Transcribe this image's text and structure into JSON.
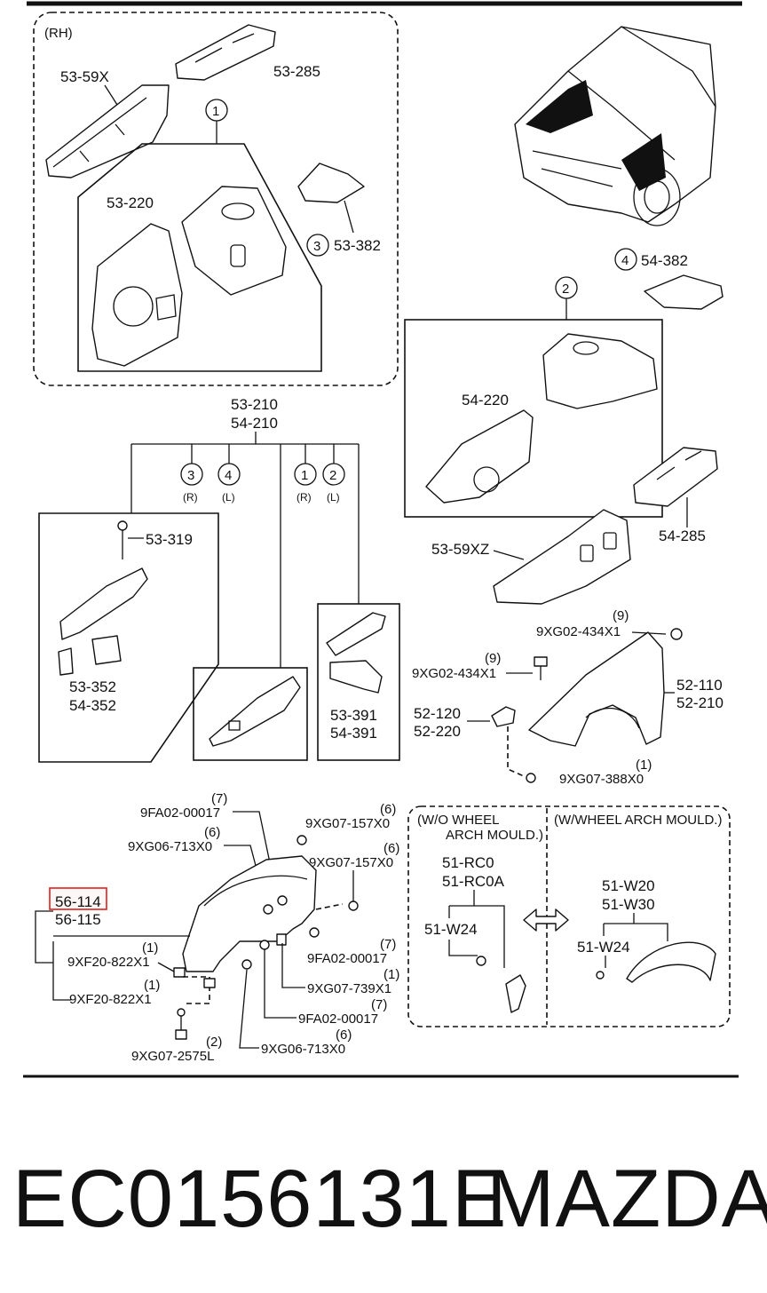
{
  "diagram": {
    "rh_note": "(RH)",
    "labels": {
      "53_59X": "53-59X",
      "53_285": "53-285",
      "53_220": "53-220",
      "53_382": "53-382",
      "53_210": "53-210",
      "54_210": "54-210",
      "54_382": "54-382",
      "54_220": "54-220",
      "54_285": "54-285",
      "53_59XZ": "53-59XZ",
      "53_319": "53-319",
      "53_352": "53-352",
      "54_352": "54-352",
      "53_391": "53-391",
      "54_391": "54-391",
      "9XG02_434X1_a": "9XG02-434X1",
      "9XG02_434X1_b": "9XG02-434X1",
      "52_110": "52-110",
      "52_210": "52-210",
      "52_120": "52-120",
      "52_220": "52-220",
      "9XG07_388X0": "9XG07-388X0",
      "9FA02_00017_a": "9FA02-00017",
      "9XG07_157X0_a": "9XG07-157X0",
      "9XG06_713X0_a": "9XG06-713X0",
      "9XG07_157X0_b": "9XG07-157X0",
      "56_114": "56-114",
      "56_115": "56-115",
      "9XF20_822X1_a": "9XF20-822X1",
      "9FA02_00017_b": "9FA02-00017",
      "9XG07_739X1": "9XG07-739X1",
      "9XF20_822X1_b": "9XF20-822X1",
      "9FA02_00017_c": "9FA02-00017",
      "9XG06_713X0_b": "9XG06-713X0",
      "9XG07_2575L": "9XG07-2575L",
      "51_RC0": "51-RC0",
      "51_RC0A": "51-RC0A",
      "51_W24_a": "51-W24",
      "51_W20": "51-W20",
      "51_W30": "51-W30",
      "51_W24_b": "51-W24"
    },
    "circles": {
      "c1": "1",
      "c2": "2",
      "c3": "3",
      "c4": "4"
    },
    "side": {
      "r": "(R)",
      "l": "(L)"
    },
    "qty": {
      "q9": "(9)",
      "q1": "(1)",
      "q7": "(7)",
      "q6": "(6)",
      "q2": "(2)"
    },
    "wo_wheel": {
      "line1": "(W/O WHEEL",
      "line2": "ARCH MOULD.)"
    },
    "w_wheel": {
      "line1": "(W/WHEEL ARCH MOULD.)"
    }
  },
  "footer": {
    "part_number": "EC0156131E",
    "brand": "MAZDA"
  },
  "highlight_color": "#e02020"
}
